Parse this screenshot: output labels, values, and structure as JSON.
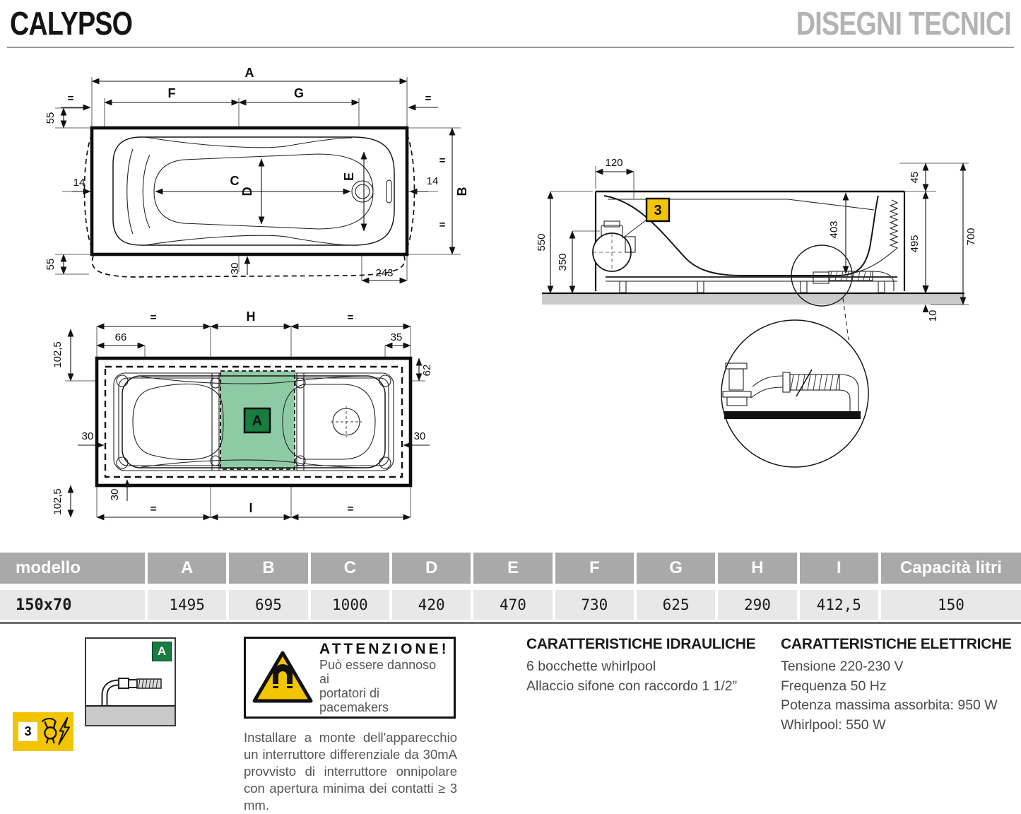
{
  "header": {
    "title": "CALYPSO",
    "subtitle": "DISEGNI TECNICI"
  },
  "plan_view": {
    "dim_a": "A",
    "dim_f": "F",
    "dim_g": "G",
    "dim_b": "B",
    "dim_c": "C",
    "dim_d": "D",
    "dim_e": "E",
    "eq": "=",
    "dim_55_top": "55",
    "dim_55_bottom": "55",
    "dim_14_left": "14",
    "dim_14_right": "14",
    "dim_30": "30",
    "dim_243": "243"
  },
  "frame_view": {
    "dim_h": "H",
    "dim_i": "I",
    "eq": "=",
    "dim_102_top": "102,5",
    "dim_102_bottom": "102,5",
    "dim_66": "66",
    "dim_35": "35",
    "dim_62": "62",
    "dim_30_left": "30",
    "dim_30_right": "30",
    "dim_30_bottom": "30",
    "zone_badge": "A"
  },
  "side_view": {
    "dim_120": "120",
    "dim_550": "550",
    "dim_350": "350",
    "dim_403": "403",
    "dim_45": "45",
    "dim_495": "495",
    "dim_700": "700",
    "dim_10": "10",
    "badge": "3"
  },
  "table": {
    "headers": [
      "modello",
      "A",
      "B",
      "C",
      "D",
      "E",
      "F",
      "G",
      "H",
      "I",
      "Capacità litri"
    ],
    "row": {
      "model": "150x70",
      "values": [
        "1495",
        "695",
        "1000",
        "420",
        "470",
        "730",
        "625",
        "290",
        "412,5",
        "150"
      ]
    }
  },
  "notes": {
    "detail_badge": "A",
    "electric_badge": "3",
    "attention_title": "ATTENZIONE!",
    "attention_line1": "Può essere dannoso ai",
    "attention_line2": "portatori di pacemakers",
    "install_note": "Installare a monte dell'apparecchio un interruttore differenziale da 30mA provvisto di interruttore onnipolare con apertura minima dei contatti ≥ 3 mm.",
    "hydraulic_title": "CARATTERISTICHE IDRAULICHE",
    "hydraulic_items": [
      "6 bocchette whirlpool",
      "Allaccio sifone con raccordo 1 1/2”"
    ],
    "electric_title": "CARATTERISTICHE ELETTRICHE",
    "electric_items": [
      "Tensione 220-230 V",
      "Frequenza 50 Hz",
      "Potenza massima assorbita: 950 W",
      "Whirlpool: 550 W"
    ]
  },
  "colors": {
    "zone_green": "#8ecba4",
    "badge_green": "#177d40",
    "warning_yellow": "#f3c400",
    "table_header_gray": "#a9a9a9",
    "table_row_gray": "#e8e8e8"
  }
}
